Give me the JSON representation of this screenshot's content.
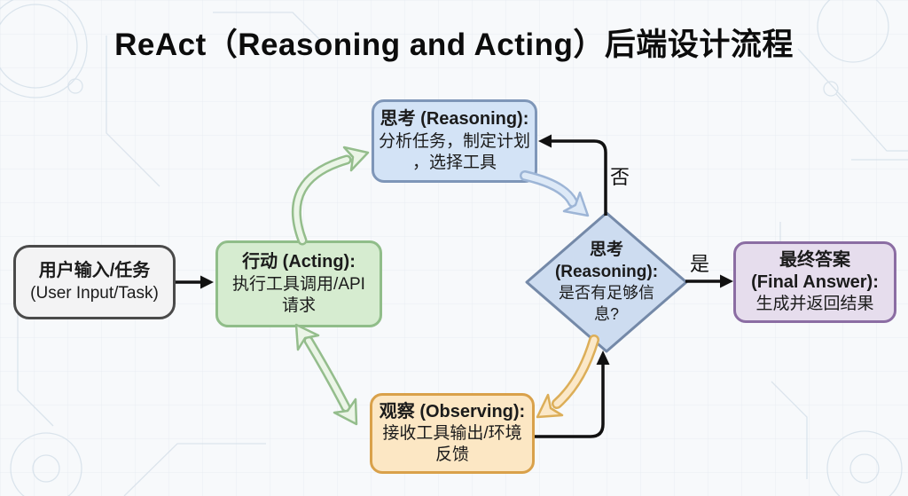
{
  "title": "ReAct（Reasoning and Acting）后端设计流程",
  "nodes": {
    "user_input": {
      "title": "用户输入/任务",
      "subtitle": "(User Input/Task)"
    },
    "acting": {
      "title": "行动 (Acting):",
      "lines": [
        "执行工具调用/API",
        "请求"
      ]
    },
    "reasoning": {
      "title": "思考 (Reasoning):",
      "lines": [
        "分析任务，制定计划",
        "，选择工具"
      ]
    },
    "decision": {
      "title_lines": [
        "思考",
        "(Reasoning):"
      ],
      "lines": [
        "是否有足够信",
        "息?"
      ]
    },
    "observing": {
      "title": "观察 (Observing):",
      "lines": [
        "接收工具输出/环境",
        "反馈"
      ]
    },
    "final_answer": {
      "title_lines": [
        "最终答案",
        "(Final Answer):"
      ],
      "lines": [
        "生成并返回结果"
      ]
    }
  },
  "edge_labels": {
    "no": "否",
    "yes": "是"
  },
  "colors": {
    "user_fill": "#f3f3f4",
    "user_border": "#4a4a4a",
    "acting_fill": "#d6ecd0",
    "acting_border": "#90bd89",
    "reasoning_fill": "#d3e3f6",
    "reasoning_border": "#7e96b8",
    "decision_fill": "#cddcf0",
    "decision_border": "#7489a8",
    "observing_fill": "#fce7c4",
    "observing_border": "#d9a14a",
    "final_fill": "#e6dded",
    "final_border": "#8b6da3",
    "arrow_black": "#111111",
    "arrow_green": "#94bd8c",
    "arrow_blue": "#9db5d6",
    "arrow_orange": "#dcae58"
  }
}
